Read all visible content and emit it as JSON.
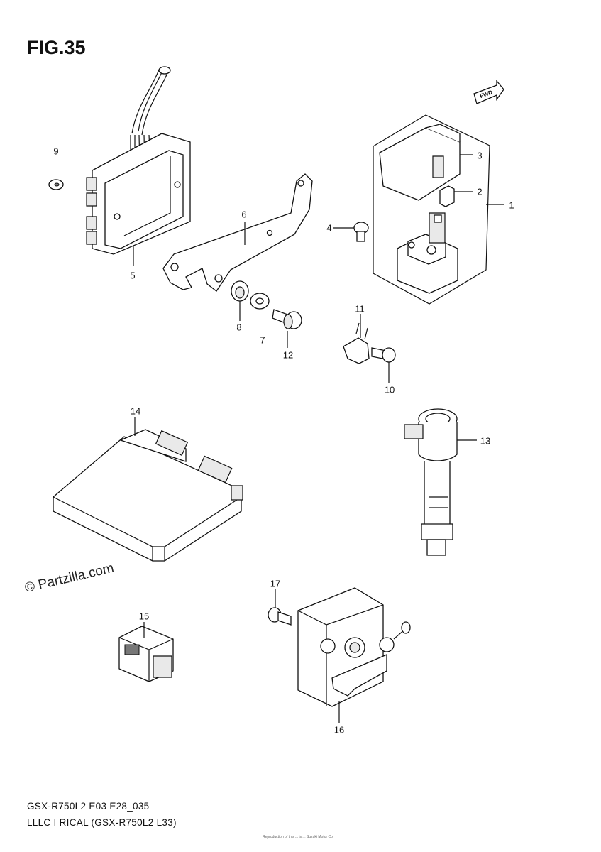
{
  "figure": {
    "title": "FIG.35",
    "direction_badge": "FWD"
  },
  "callouts": [
    {
      "id": "1",
      "label": "1"
    },
    {
      "id": "2",
      "label": "2"
    },
    {
      "id": "3",
      "label": "3"
    },
    {
      "id": "4",
      "label": "4"
    },
    {
      "id": "5",
      "label": "5"
    },
    {
      "id": "6",
      "label": "6"
    },
    {
      "id": "7",
      "label": "7"
    },
    {
      "id": "8",
      "label": "8"
    },
    {
      "id": "9",
      "label": "9"
    },
    {
      "id": "10",
      "label": "10"
    },
    {
      "id": "11",
      "label": "11"
    },
    {
      "id": "12",
      "label": "12"
    },
    {
      "id": "13",
      "label": "13"
    },
    {
      "id": "14",
      "label": "14"
    },
    {
      "id": "15",
      "label": "15"
    },
    {
      "id": "16",
      "label": "16"
    },
    {
      "id": "17",
      "label": "17"
    }
  ],
  "watermark": "© Partzilla.com",
  "footer": {
    "line1": "GSX-R750L2 E03 E28_035",
    "line2": "LLLC I RICAL (GSX-R750L2 L33)",
    "small_print": "Reproduction of this ... is ... Suzuki Motor Co."
  }
}
